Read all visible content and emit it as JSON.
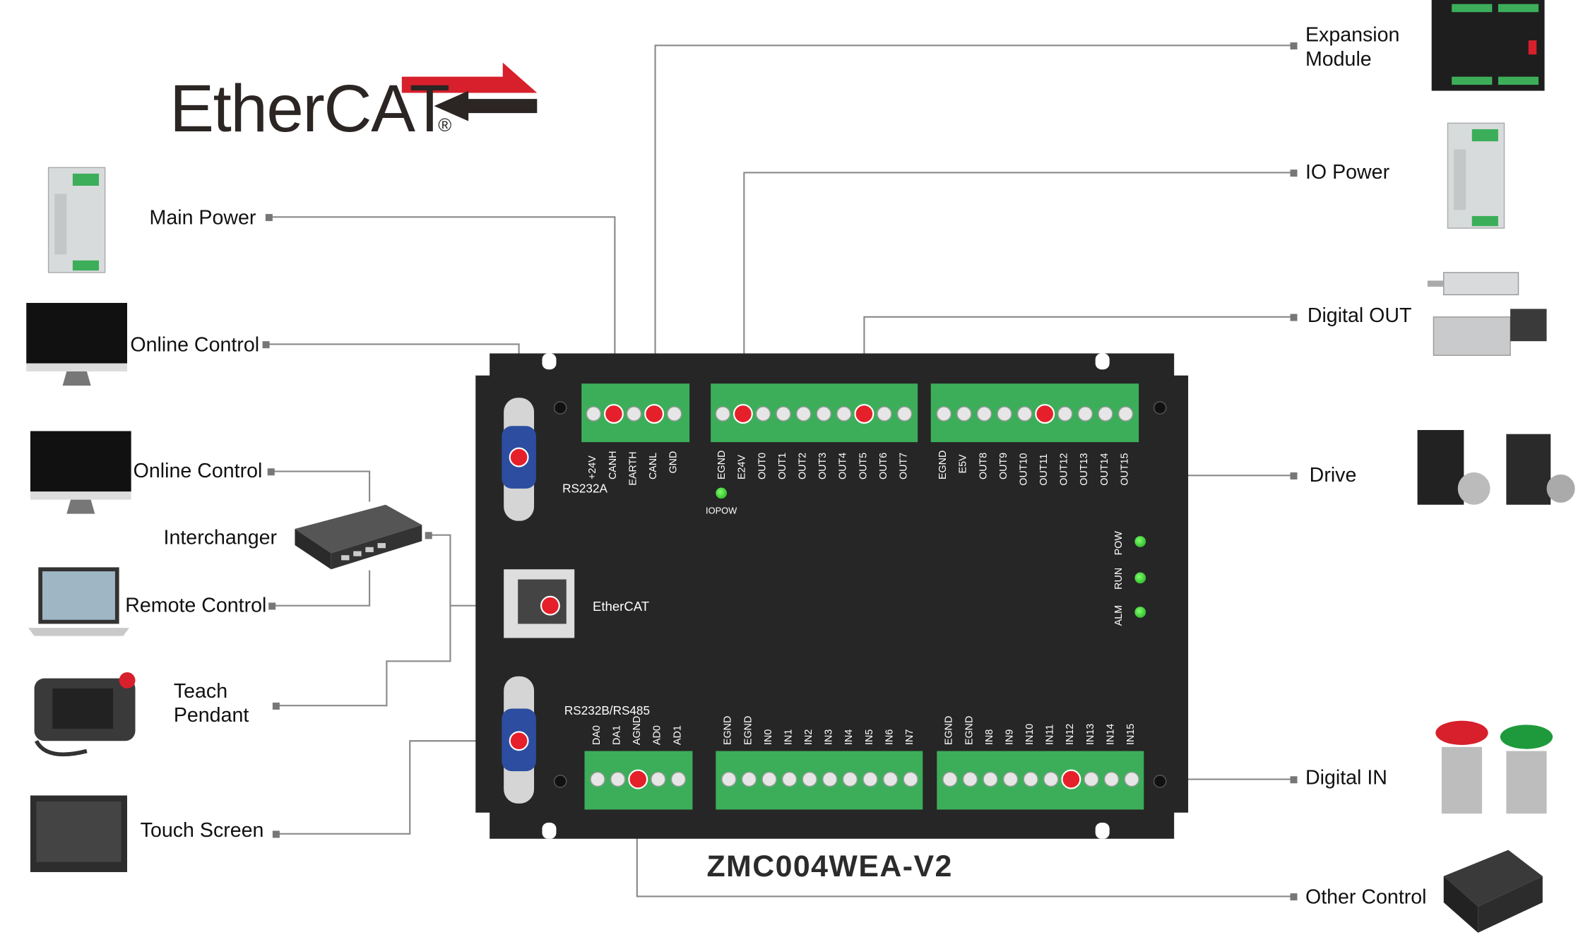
{
  "logo": {
    "text": "EtherCAT",
    "registered": "®",
    "colors": {
      "red": "#d7202c",
      "dark": "#2b2523"
    }
  },
  "product": {
    "model": "ZMC004WEA-V2"
  },
  "left_devices": [
    {
      "label": "Main Power",
      "icon": "din-rail-power-supply-icon"
    },
    {
      "label": "Online Control",
      "icon": "monitor-icon"
    },
    {
      "label": "Online Control",
      "icon": "monitor-icon"
    },
    {
      "label": "Interchanger",
      "icon": "network-switch-icon"
    },
    {
      "label": "Remote Control",
      "icon": "laptop-icon"
    },
    {
      "label": "Teach\nPendant",
      "icon": "teach-pendant-icon"
    },
    {
      "label": "Touch Screen",
      "icon": "touch-screen-icon"
    }
  ],
  "right_devices": [
    {
      "label": "Expansion\nModule",
      "icon": "expansion-module-icon"
    },
    {
      "label": "IO Power",
      "icon": "din-rail-power-supply-icon"
    },
    {
      "label": "Digital OUT",
      "icon": "pneumatic-cylinder-valve-icon"
    },
    {
      "label": "Drive",
      "icon": "servo-drive-motor-icon"
    },
    {
      "label": "Digital IN",
      "icon": "push-button-icon"
    },
    {
      "label": "Other Control",
      "icon": "plc-controller-icon"
    }
  ],
  "board": {
    "ports": {
      "rs232a": "RS232A",
      "ethercat": "EtherCAT",
      "rs232b": "RS232B/RS485"
    },
    "terminal_power": [
      "+24V",
      "CANH",
      "EARTH",
      "CANL",
      "GND"
    ],
    "terminal_out_a": [
      "EGND",
      "E24V",
      "OUT0",
      "OUT1",
      "OUT2",
      "OUT3",
      "OUT4",
      "OUT5",
      "OUT6",
      "OUT7"
    ],
    "terminal_out_b": [
      "EGND",
      "E5V",
      "OUT8",
      "OUT9",
      "OUT10",
      "OUT11",
      "OUT12",
      "OUT13",
      "OUT14",
      "OUT15"
    ],
    "terminal_ad": [
      "DA0",
      "DA1",
      "AGND",
      "AD0",
      "AD1"
    ],
    "terminal_in_a": [
      "EGND",
      "EGND",
      "IN0",
      "IN1",
      "IN2",
      "IN3",
      "IN4",
      "IN5",
      "IN6",
      "IN7"
    ],
    "terminal_in_b": [
      "EGND",
      "EGND",
      "IN8",
      "IN9",
      "IN10",
      "IN11",
      "IN12",
      "IN13",
      "IN14",
      "IN15"
    ],
    "leds": {
      "iopow": "IOPOW",
      "pow": "POW",
      "run": "RUN",
      "alm": "ALM"
    },
    "colors": {
      "body": "#262626",
      "terminal": "#3cae5a",
      "marker": "#e5202a",
      "led": "#3dd43d"
    }
  }
}
